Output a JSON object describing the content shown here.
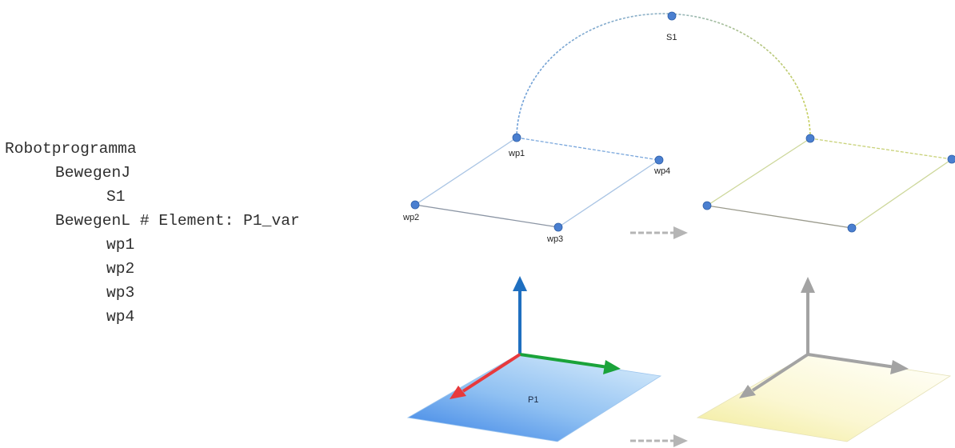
{
  "program": {
    "title": "Robotprogramma",
    "lines": [
      {
        "text": "BewegenJ",
        "indent": 1
      },
      {
        "text": "S1",
        "indent": 2
      },
      {
        "text": "BewegenL # Element: P1_var",
        "indent": 1
      },
      {
        "text": "wp1",
        "indent": 2
      },
      {
        "text": "wp2",
        "indent": 2
      },
      {
        "text": "wp3",
        "indent": 2
      },
      {
        "text": "wp4",
        "indent": 2
      }
    ]
  },
  "diagram": {
    "labels": {
      "s1": "S1",
      "wp1": "wp1",
      "wp2": "wp2",
      "wp3": "wp3",
      "wp4": "wp4",
      "plane": "P1"
    },
    "colors": {
      "waypoint": "#4a7fd0",
      "blue_path": "#7aa7dc",
      "green_path": "#b9c86a",
      "x_axis": "#e8393c",
      "y_axis": "#1aa33a",
      "z_axis": "#1f6fc0",
      "gray_axis": "#a3a3a3",
      "dashed_arrow": "#b5b5b5",
      "plane_blue": "#6aa8ee",
      "plane_yellow": "#f6f2b0"
    }
  }
}
